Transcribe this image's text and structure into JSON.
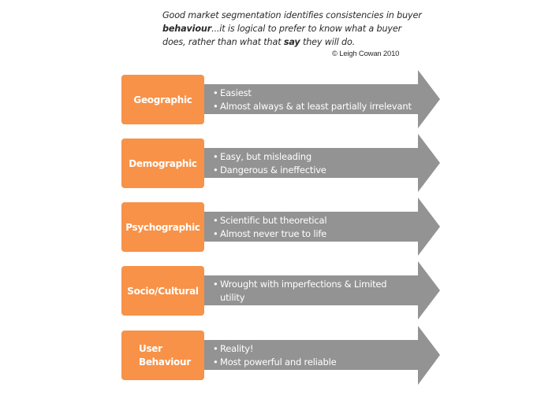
{
  "quote": {
    "part1": "Good market segmentation identifies consistencies in buyer ",
    "bold1": "behaviour",
    "part2": "...it is logical to prefer to know what a buyer does, rather than what that ",
    "bold2": "say",
    "part3": " they will do.",
    "copyright": "© Leigh Cowan 2010"
  },
  "colors": {
    "label_fill": "#F79248",
    "arrow_fill": "#939393",
    "text_light": "#FFFFFF"
  },
  "rows": [
    {
      "label": "Geographic",
      "bullets": [
        "Easiest",
        "Almost always & at least partially irrelevant"
      ]
    },
    {
      "label": "Demographic",
      "bullets": [
        "Easy, but misleading",
        "Dangerous & ineffective"
      ]
    },
    {
      "label": "Psychographic",
      "bullets": [
        "Scientific but theoretical",
        "Almost never true to life"
      ]
    },
    {
      "label": "Socio/Cultural",
      "bullets": [
        "Wrought with imperfections & Limited",
        "utility"
      ]
    },
    {
      "label_line1": "User",
      "label_line2": "Behaviour",
      "bullets": [
        "Reality!",
        "Most powerful and reliable"
      ]
    }
  ],
  "bullet_glyph": "•"
}
